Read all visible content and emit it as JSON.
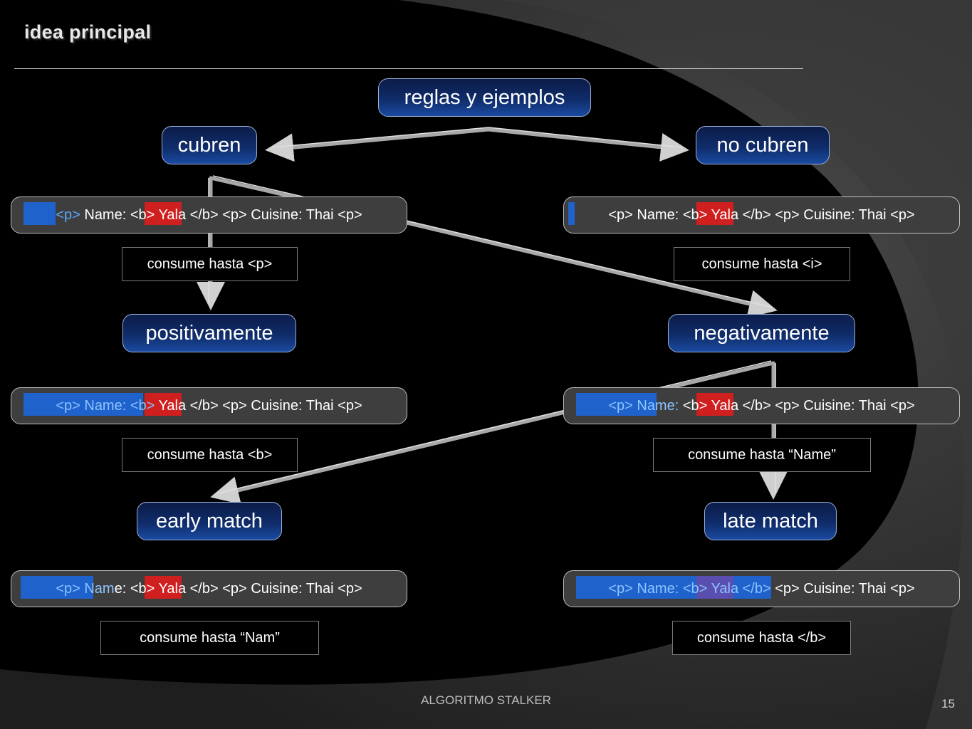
{
  "slide": {
    "title": "idea principal",
    "footer": "ALGORITMO STALKER",
    "page_number": "15"
  },
  "nodes": {
    "root": "reglas y ejemplos",
    "cover": "cubren",
    "no_cover": "no cubren",
    "positive": "positivamente",
    "negative": "negativamente",
    "early": "early match",
    "late": "late match"
  },
  "code_parts": {
    "p_open": "<p>",
    "name": " Name: ",
    "b_open": "<b>",
    "yala": " Yala ",
    "b_close": "</b>",
    "cuisine": " <p> Cuisine: Thai <p>",
    "nam": " Nam",
    "e_rest": "e: "
  },
  "captions": {
    "c1": "consume hasta <p>",
    "c2": "consume hasta <i>",
    "c3": "consume hasta <b>",
    "c4": "consume hasta “Name”",
    "c5": "consume hasta “Nam”",
    "c6": "consume hasta </b>"
  },
  "colors": {
    "highlight_blue": "#1f62cc",
    "highlight_red": "#d01f1f",
    "pill_fill": "#0f2c6a"
  }
}
